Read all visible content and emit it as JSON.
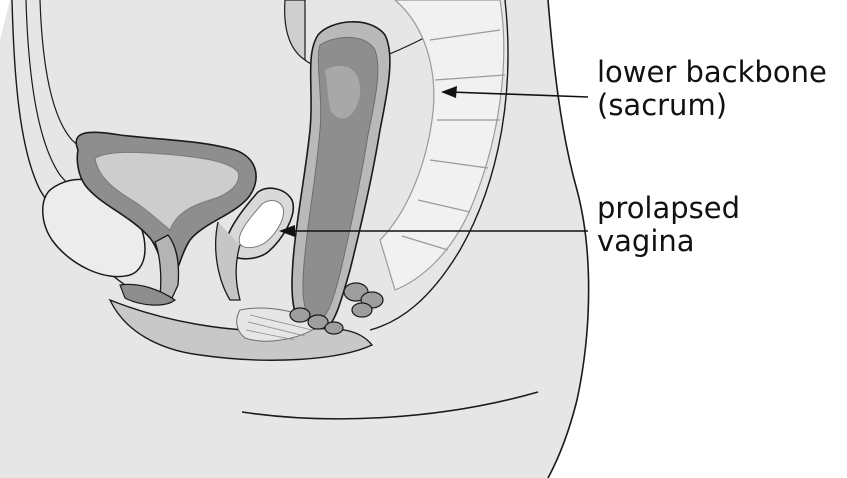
{
  "labels": {
    "sacrum": {
      "line1": "lower backbone",
      "line2": "(sacrum)"
    },
    "vagina": {
      "line1": "prolapsed",
      "line2": "vagina"
    }
  },
  "colors": {
    "outline": "#1a1a1a",
    "body_fill": "#e6e6e6",
    "tissue_light": "#d2d2d2",
    "tissue_mid": "#b4b4b4",
    "tissue_dark": "#8c8c8c",
    "background": "#ffffff"
  }
}
